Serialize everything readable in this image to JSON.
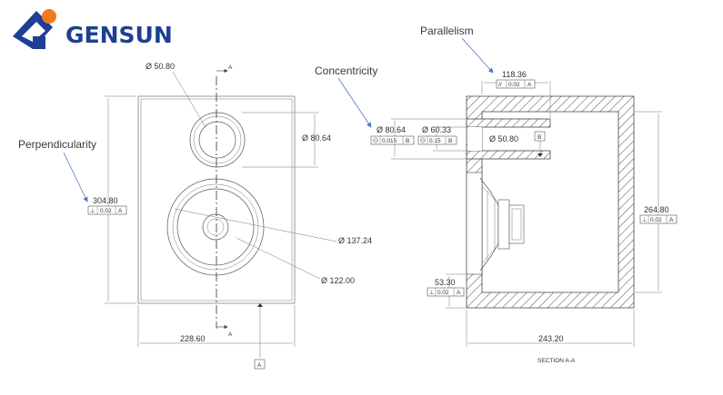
{
  "brand": {
    "name": "GENSUN"
  },
  "callouts": {
    "perpendicularity": "Perpendicularity",
    "concentricity": "Concentricity",
    "parallelism": "Parallelism"
  },
  "front_view": {
    "dim_tweeter_dia": "Ø 50.80",
    "dim_tweeter_cut": "Ø 80.64",
    "dim_height": "304.80",
    "perp_symbol": "⊥",
    "perp_tol": "0.02",
    "perp_datum": "A",
    "dim_woofer_outer": "Ø 137.24",
    "dim_woofer_mid": "Ø 122.00",
    "dim_width": "228.60",
    "section_mark_top": "A",
    "section_mark_bottom": "A",
    "datum_label": "A"
  },
  "section_view": {
    "dim_top": "118.36",
    "par_symbol": "//",
    "par_tol": "0.02",
    "par_datum": "A",
    "dim_port_outer": "Ø 80.64",
    "conc_tol_1": "0.015",
    "conc_datum_1": "B",
    "dim_port_inner": "Ø 60.33",
    "conc_tol_2": "0.15",
    "conc_datum_2": "B",
    "dim_port_bore": "Ø 50.80",
    "datum_b": "B",
    "dim_height": "264.80",
    "perp_tol_right": "0.02",
    "perp_datum_right": "A",
    "dim_bottom": "53.30",
    "perp_tol_bottom": "0.02",
    "perp_datum_bottom": "A",
    "dim_width": "243.20",
    "section_label": "SECTION A-A"
  },
  "colors": {
    "brand_blue": "#1f3f94",
    "brand_orange": "#f07a1e",
    "callout_arrow": "#4a78c8"
  }
}
